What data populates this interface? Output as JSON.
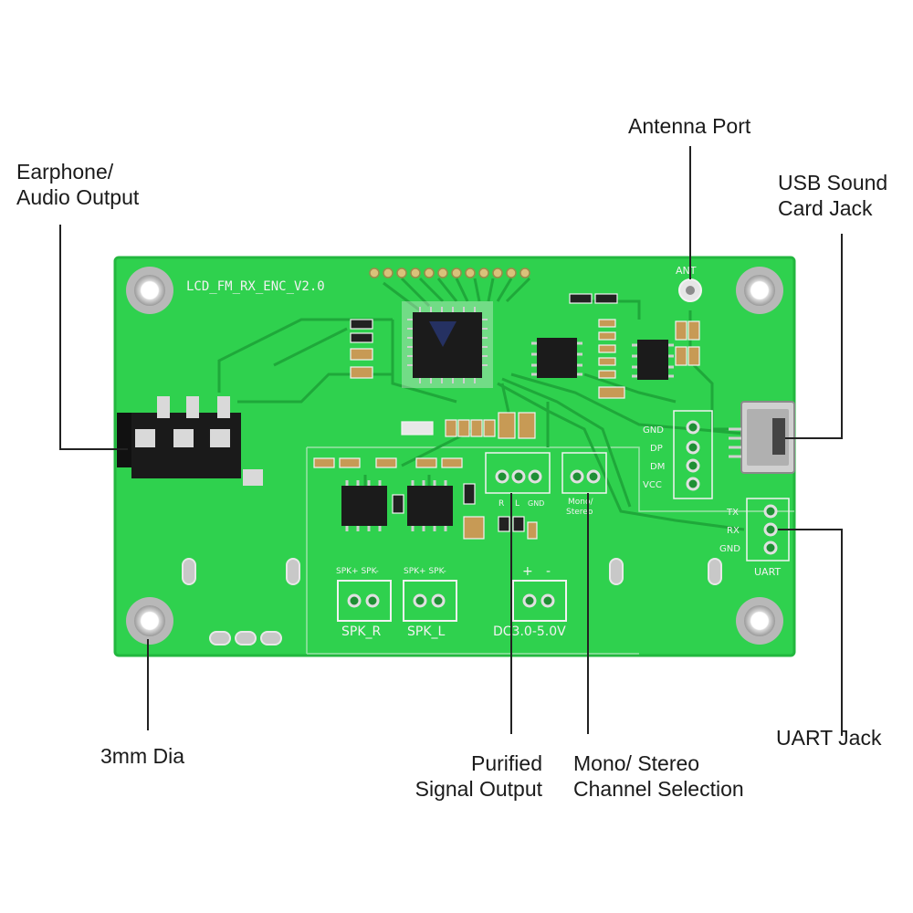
{
  "board": {
    "name": "LCD_FM_RX_ENC_V2.0",
    "colors": {
      "pcb": "#2fd14e",
      "pcb_edge": "#23b73f",
      "trace": "#1fa83a",
      "silkscreen": "#f2f2f2",
      "chip": "#1b1b1b",
      "metal": "#c8c8c8",
      "leader_line": "#222222"
    },
    "silkscreen": {
      "ant": "ANT",
      "usb_pins": [
        "GND",
        "DP",
        "DM",
        "VCC"
      ],
      "uart_pins": [
        "TX",
        "RX",
        "GND"
      ],
      "uart": "UART",
      "channel_pins": [
        "R",
        "L",
        "GND"
      ],
      "mono_stereo": [
        "Mono/",
        "Stereo"
      ],
      "spk_pins": [
        "SPK+ SPK-",
        "SPK+ SPK-"
      ],
      "spk_r": "SPK_R",
      "spk_l": "SPK_L",
      "power_polarity": [
        "+",
        "-"
      ],
      "power": "DC3.0-5.0V"
    }
  },
  "callouts": {
    "antenna_port": "Antenna Port",
    "earphone_output": [
      "Earphone/",
      "Audio Output"
    ],
    "usb_sound_card": [
      "USB Sound",
      "Card Jack"
    ],
    "mounting_hole": "3mm Dia",
    "purified_signal": [
      "Purified",
      "Signal Output"
    ],
    "mono_stereo_selection": [
      "Mono/ Stereo",
      "Channel Selection"
    ],
    "uart_jack": "UART Jack"
  }
}
